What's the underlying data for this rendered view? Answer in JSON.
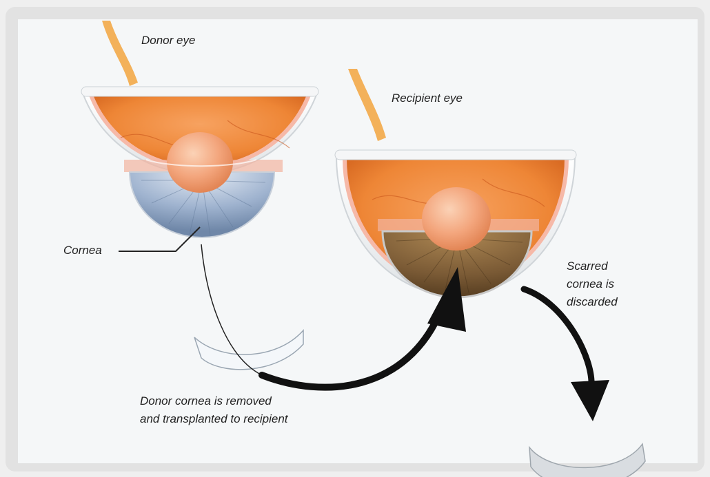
{
  "labels": {
    "donor_eye": "Donor eye",
    "recipient_eye": "Recipient eye",
    "cornea": "Cornea",
    "scarred_line1": "Scarred",
    "scarred_line2": "cornea is",
    "scarred_line3": "discarded",
    "donor_removed_line1": "Donor cornea is removed",
    "donor_removed_line2": "and transplanted to recipient"
  },
  "colors": {
    "retina": "#f08a3c",
    "eye_shell": "#f2f4f5",
    "donor_cornea": "#8fa6c4",
    "recipient_iris": "#7a5a35",
    "arrow": "#111111"
  },
  "icons": {
    "optic_nerve": "optic-nerve-icon",
    "lens": "lens-icon"
  }
}
